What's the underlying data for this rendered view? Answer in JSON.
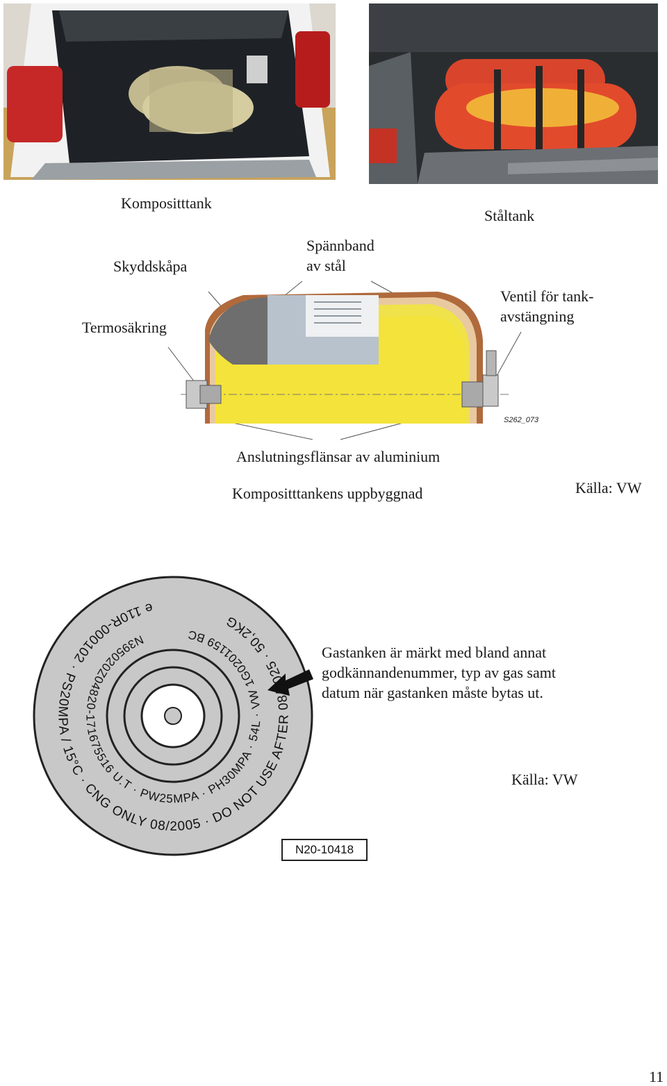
{
  "photos": {
    "composite_car": "",
    "steel_car": ""
  },
  "labels": {
    "kompositttank": "Kompositttank",
    "staltank": "Ståltank",
    "skyddskapa": "Skyddskåpa",
    "spannband_line1": "Spännband",
    "spannband_line2": "av stål",
    "termosakring": "Termosäkring",
    "ventil_line1": "Ventil för tank-",
    "ventil_line2": "avstängning",
    "anslutning": "Anslutningsflänsar av aluminium",
    "diagram_code": "S262_073"
  },
  "caption_top": "Kompositttankens uppbyggnad",
  "source_top": "Källa: VW",
  "marking": {
    "ring_texts": {
      "outer_1": "e 110R-000102",
      "outer_2": "PS20MPA / 15°C",
      "outer_3": "CNG ONLY 08/2005",
      "outer_4": "PW25MPA",
      "outer_5": "PH30MPA",
      "outer_6": "DO NOT USE AFTER 08/2025",
      "outer_7": "54L",
      "outer_8": "50,2KG",
      "inner_1": "N395020Z04820-171675516 U.T",
      "inner_2": "VW 1G0201159 BC"
    },
    "ref_code": "N20-10418"
  },
  "description": {
    "line1": "Gastanken är märkt med bland annat",
    "line2": "godkännandenummer, typ av gas samt",
    "line3": "datum när gastanken måste bytas ut."
  },
  "source_bottom": "Källa: VW",
  "page_number": "11"
}
